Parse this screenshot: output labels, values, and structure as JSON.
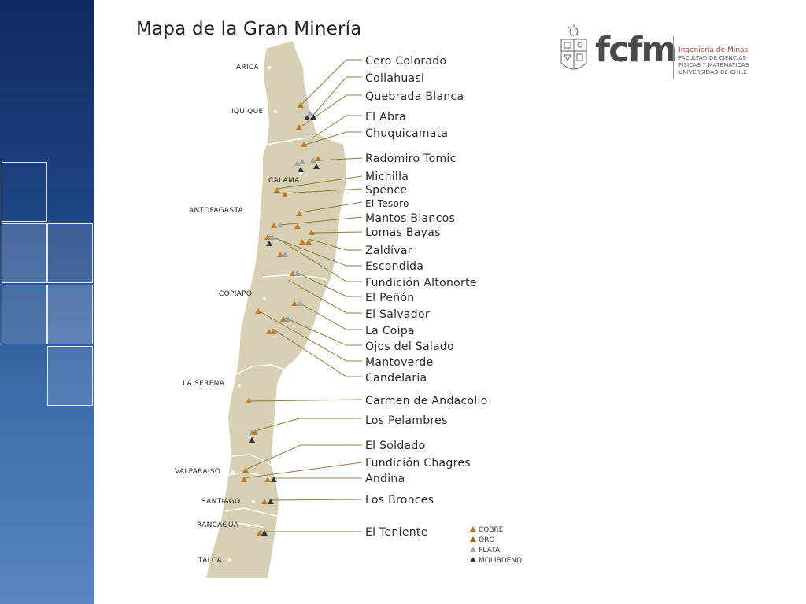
{
  "title": "Mapa de la Gran Minería",
  "logo": {
    "brand": "fcfm",
    "dept": "Ingeniería de Minas",
    "line1": "FACULTAD DE CIENCIAS",
    "line2": "FÍSICAS Y MATEMÁTICAS",
    "line3": "UNIVERSIDAD DE CHILE"
  },
  "colors": {
    "land": "#d8d0b4",
    "leader": "#8e7c3c",
    "cobre": "#c07a28",
    "oro": "#9a6a1a",
    "plata": "#9aa3ad",
    "molibdeno": "#2f3440"
  },
  "cities": [
    "ARICA",
    "IQUIQUE",
    "CALAMA",
    "ANTOFAGASTA",
    "COPIAPO",
    "LA SERENA",
    "VALPARAISO",
    "SANTIAGO",
    "RANCAGUA",
    "TALCA"
  ],
  "mines": [
    "Cero Colorado",
    "Collahuasi",
    "Quebrada Blanca",
    "El Abra",
    "Chuquicamata",
    "Radomiro Tomic",
    "Michilla",
    "Spence",
    "El Tesoro",
    "Mantos Blancos",
    "Lomas Bayas",
    "Zaldívar",
    "Escondida",
    "Fundición Altonorte",
    "El Peñón",
    "El Salvador",
    "La Coipa",
    "Ojos del Salado",
    "Mantoverde",
    "Candelaria",
    "Carmen de Andacollo",
    "Los Pelambres",
    "El Soldado",
    "Fundición Chagres",
    "Andina",
    "Los Bronces",
    "El Teniente"
  ],
  "legend": [
    "COBRE",
    "ORO",
    "PLATA",
    "MOLIBDENO"
  ]
}
